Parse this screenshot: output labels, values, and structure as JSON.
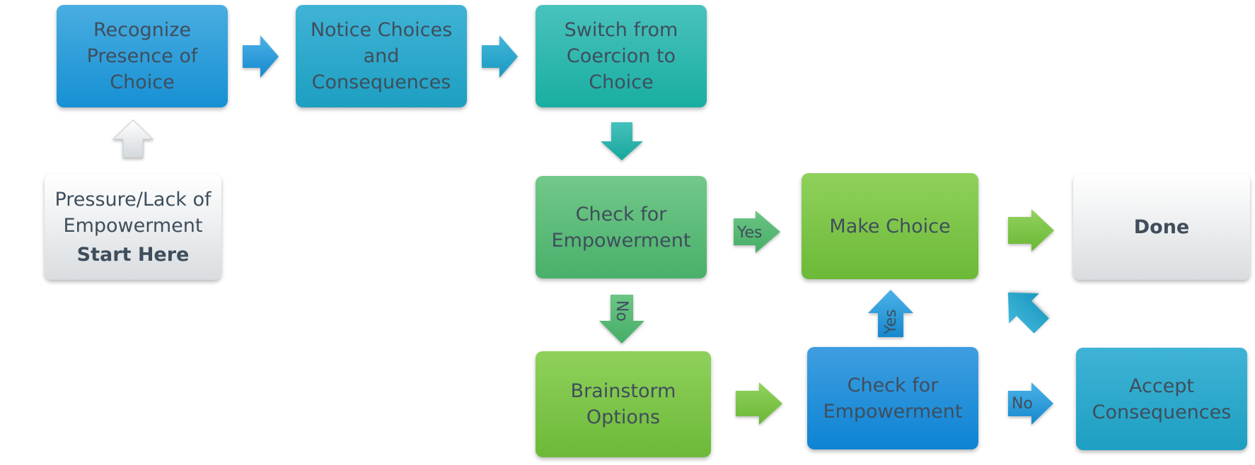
{
  "boxes": {
    "recognize": "Recognize Presence of Choice",
    "notice": "Notice Choices and Consequences",
    "switch": "Switch from Coercion to Choice",
    "pressure": "Pressure/Lack of Empowerment",
    "start_here": "Start Here",
    "check1": "Check for Empowerment",
    "make_choice": "Make Choice",
    "done": "Done",
    "brainstorm": "Brainstorm Options",
    "check2": "Check for Empowerment",
    "accept": "Accept Consequences"
  },
  "arrow_labels": {
    "check1_yes": "Yes",
    "check1_no": "No",
    "check2_yes": "Yes",
    "check2_no": "No"
  },
  "colors": {
    "blue": "#1790d4",
    "cyan": "#1d9fc1",
    "teal": "#19aea1",
    "green": "#49b06a",
    "lime": "#6cb938",
    "text": "#3f4e5c"
  }
}
